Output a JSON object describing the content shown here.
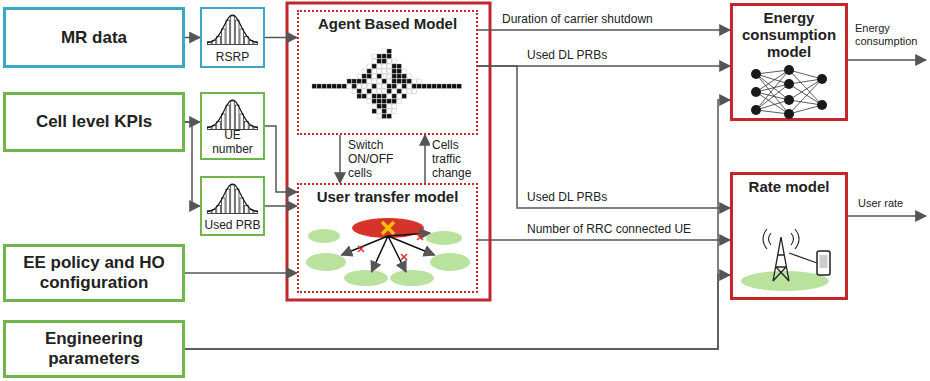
{
  "diagram": {
    "nodes": [
      {
        "text": [
          "MR data"
        ]
      },
      {
        "text": [
          "RSRP"
        ]
      },
      {
        "text": [
          "Cell level KPIs"
        ]
      },
      {
        "text": [
          "UE number"
        ]
      },
      {
        "text": [
          "Used PRB"
        ]
      },
      {
        "text": [
          "EE policy and HO configuration"
        ]
      },
      {
        "text": [
          "Engineering parameters"
        ]
      },
      {
        "text": [
          "Agent Based Model"
        ]
      },
      {
        "text": [
          "User transfer model"
        ]
      },
      {
        "text": [
          "Energy consumption model"
        ]
      },
      {
        "text": [
          "Rate model"
        ]
      }
    ],
    "edges": [
      {
        "from": 0,
        "to": 1,
        "arrow": "to"
      },
      {
        "from": 1,
        "to": 7,
        "arrow": "to"
      },
      {
        "from": 2,
        "to": 3,
        "arrow": "to"
      },
      {
        "from": 2,
        "to": 4,
        "arrow": "to"
      },
      {
        "from": 3,
        "to": 8,
        "arrow": "to"
      },
      {
        "from": 4,
        "to": 8,
        "arrow": "to"
      },
      {
        "from": 5,
        "to": 8,
        "arrow": "to"
      },
      {
        "from": 7,
        "to": 8,
        "label": "Switch ON/OFF cells",
        "arrow": "to"
      },
      {
        "from": 8,
        "to": 7,
        "label": "Cells traffic change",
        "arrow": "to"
      },
      {
        "from": 7,
        "to": 9,
        "label": "Duration of carrier shutdown",
        "arrow": "to"
      },
      {
        "from": 7,
        "to": 9,
        "label": "Used DL PRBs",
        "arrow": "to"
      },
      {
        "from": 7,
        "to": 10,
        "label": "Used DL PRBs",
        "arrow": "to"
      },
      {
        "from": 8,
        "to": 10,
        "label": "Number of RRC connected UE",
        "arrow": "to"
      },
      {
        "from": 6,
        "to": 9,
        "arrow": "to"
      },
      {
        "from": 6,
        "to": 10,
        "arrow": "to"
      }
    ],
    "labels": [
      "Energy consumption",
      "User rate"
    ]
  }
}
